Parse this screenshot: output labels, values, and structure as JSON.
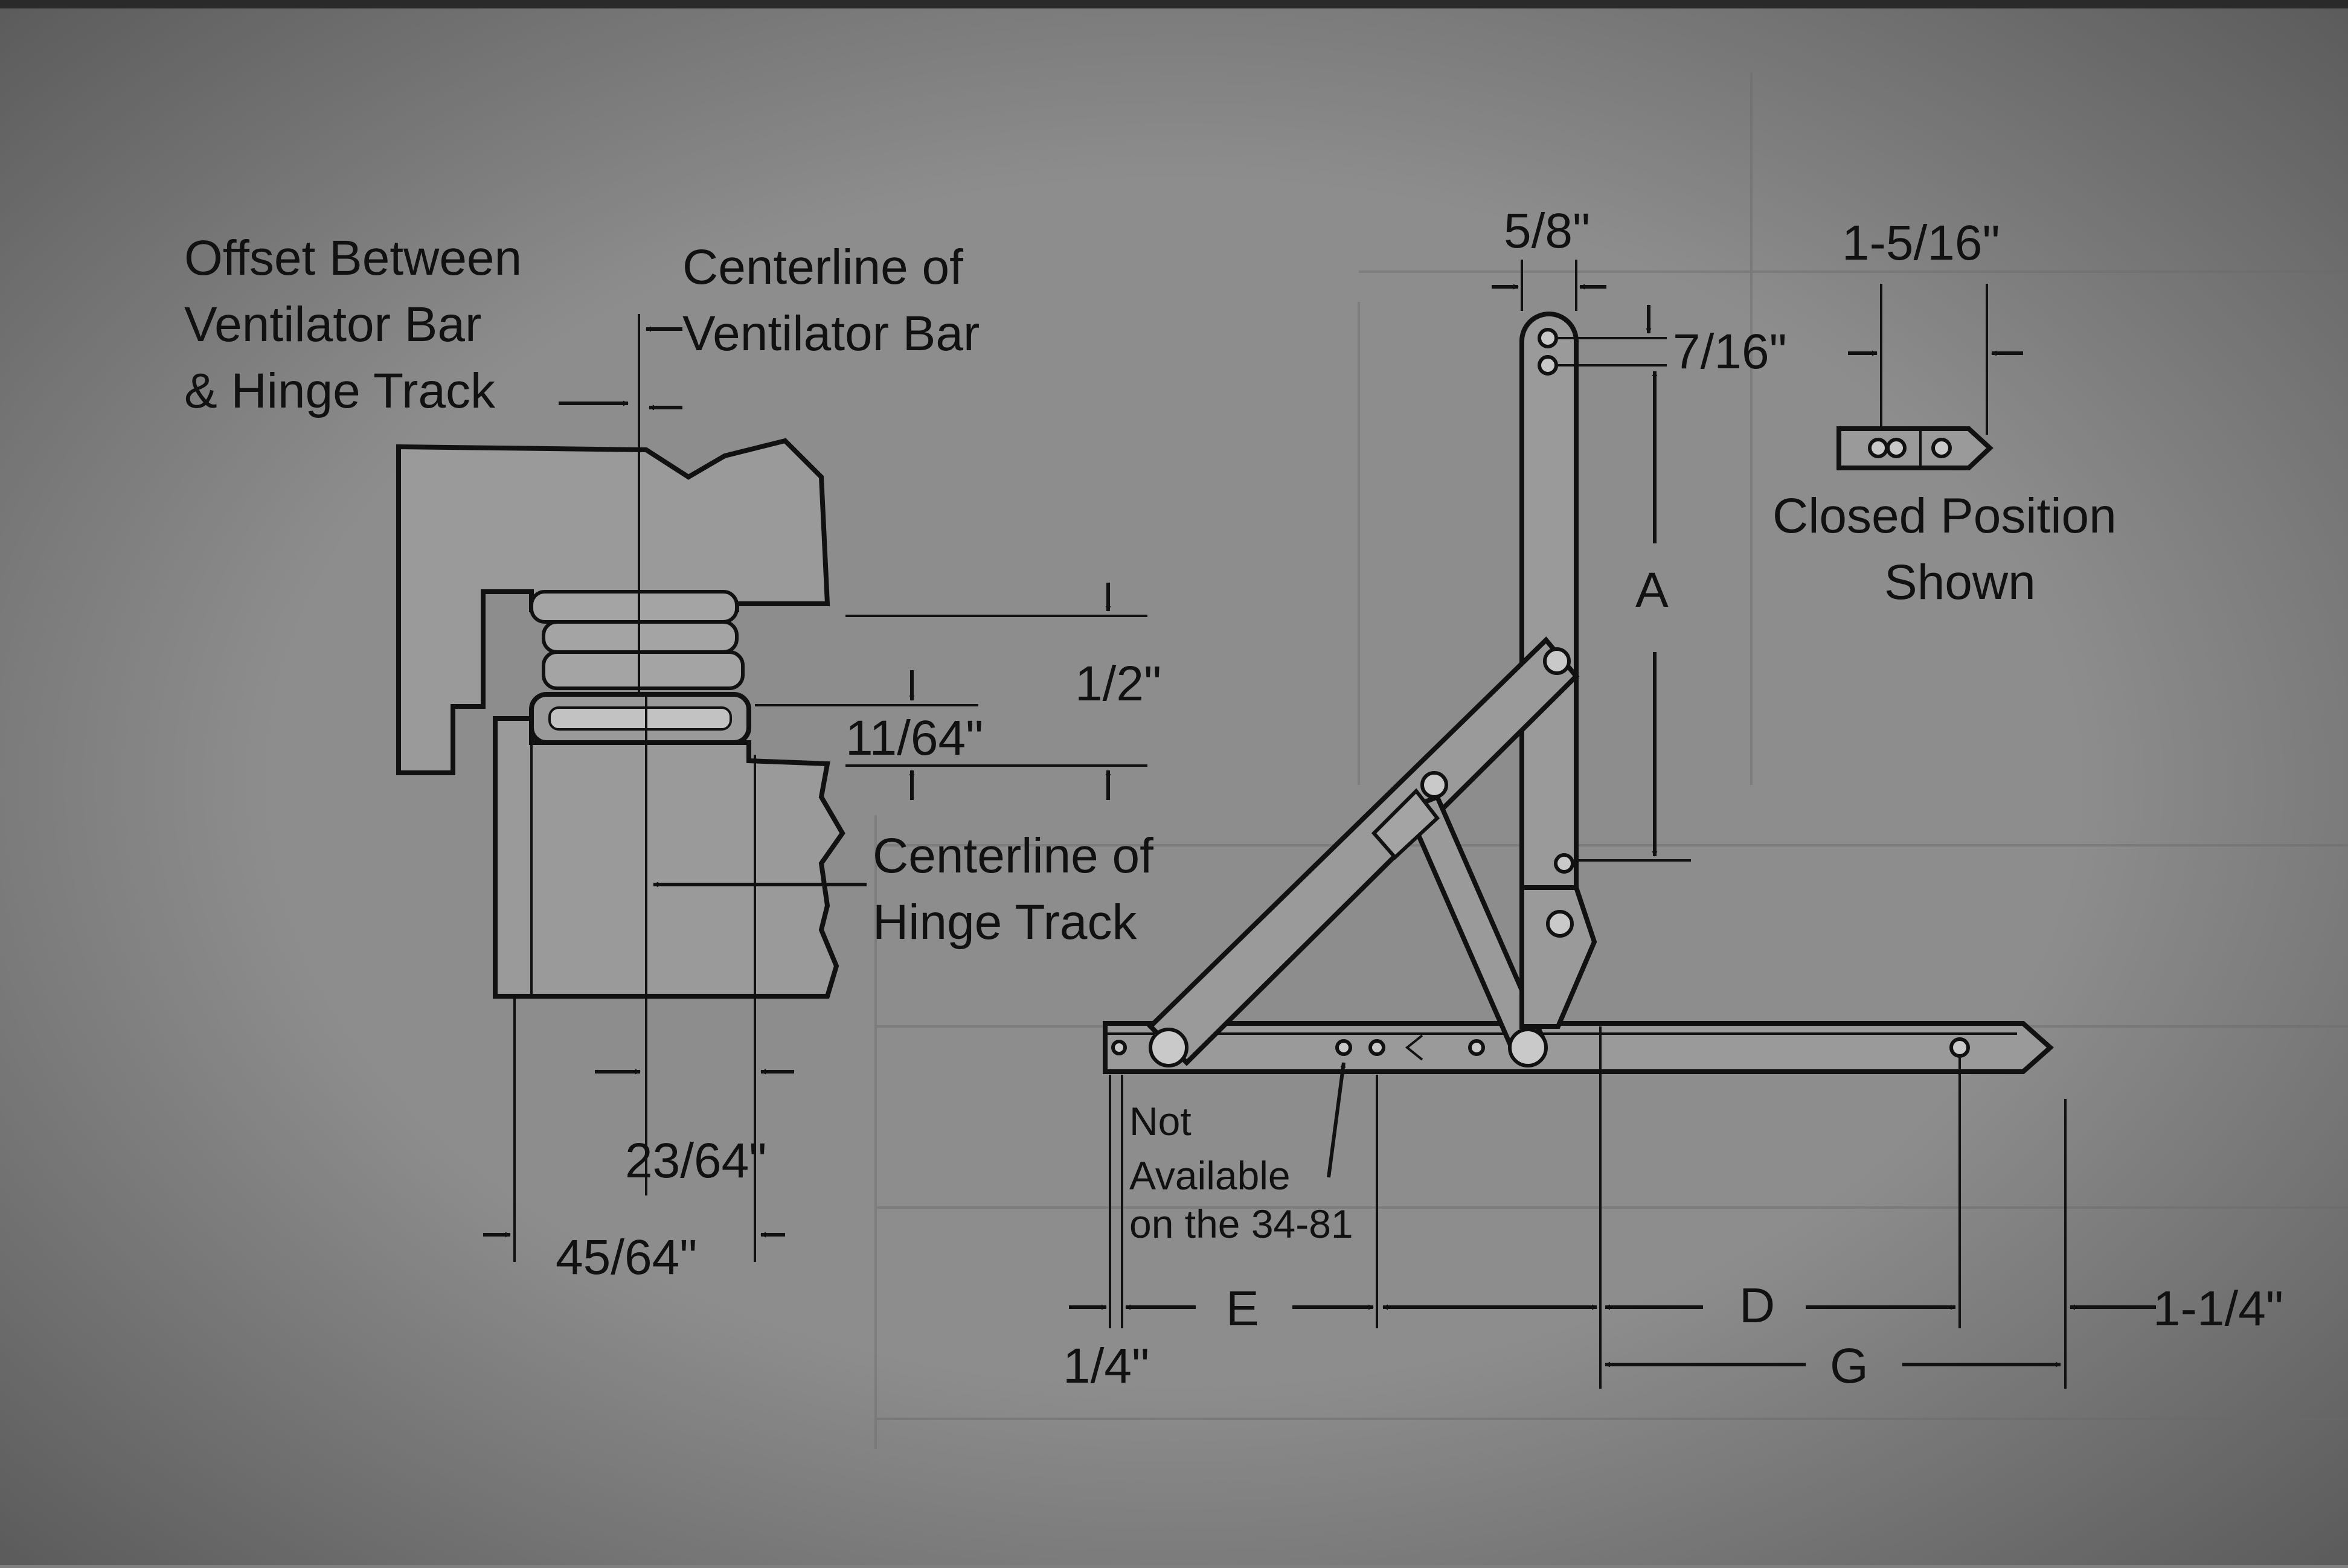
{
  "colors": {
    "paper": "#8a8a8a",
    "ink": "#111111"
  },
  "left": {
    "offset_line1": "Offset Between",
    "offset_line2": "Ventilator Bar",
    "offset_line3": "& Hinge Track",
    "centerline_vbar_line1": "Centerline of",
    "centerline_vbar_line2": "Ventilator Bar",
    "dim_half": "1/2\"",
    "dim_11_64": "11/64\"",
    "centerline_track_line1": "Centerline of",
    "centerline_track_line2": "Hinge Track",
    "dim_23_64": "23/64\"",
    "dim_45_64": "45/64\""
  },
  "right": {
    "dim_5_8": "5/8\"",
    "dim_7_16": "7/16\"",
    "dim_1_5_16": "1-5/16\"",
    "closed_line1": "Closed Position",
    "closed_line2": "Shown",
    "label_a": "A",
    "note_line1": "Not",
    "note_line2": "Available",
    "note_line3": "on the 34-81",
    "label_e": "E",
    "label_d": "D",
    "label_g": "G",
    "dim_1_4": "1/4\"",
    "dim_1_1_4": "1-1/4\""
  }
}
